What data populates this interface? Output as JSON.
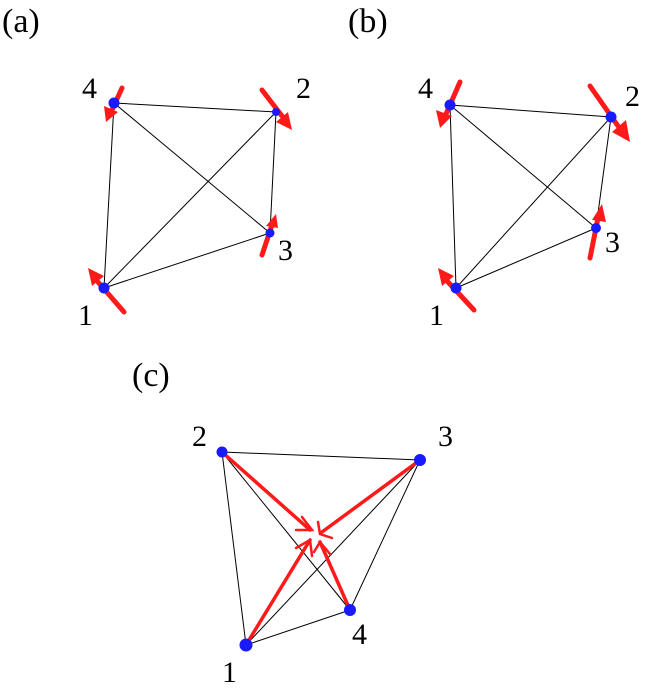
{
  "figure": {
    "colors": {
      "edge": "#000000",
      "node": "#1a1aff",
      "arrow": "#ff1a1a",
      "background": "#ffffff"
    },
    "panels": [
      {
        "label": "(a)",
        "nodes": [
          {
            "id": "1",
            "label": "1"
          },
          {
            "id": "2",
            "label": "2"
          },
          {
            "id": "3",
            "label": "3"
          },
          {
            "id": "4",
            "label": "4"
          }
        ]
      },
      {
        "label": "(b)",
        "nodes": [
          {
            "id": "1",
            "label": "1"
          },
          {
            "id": "2",
            "label": "2"
          },
          {
            "id": "3",
            "label": "3"
          },
          {
            "id": "4",
            "label": "4"
          }
        ]
      },
      {
        "label": "(c)",
        "nodes": [
          {
            "id": "1",
            "label": "1"
          },
          {
            "id": "2",
            "label": "2"
          },
          {
            "id": "3",
            "label": "3"
          },
          {
            "id": "4",
            "label": "4"
          }
        ]
      }
    ]
  }
}
